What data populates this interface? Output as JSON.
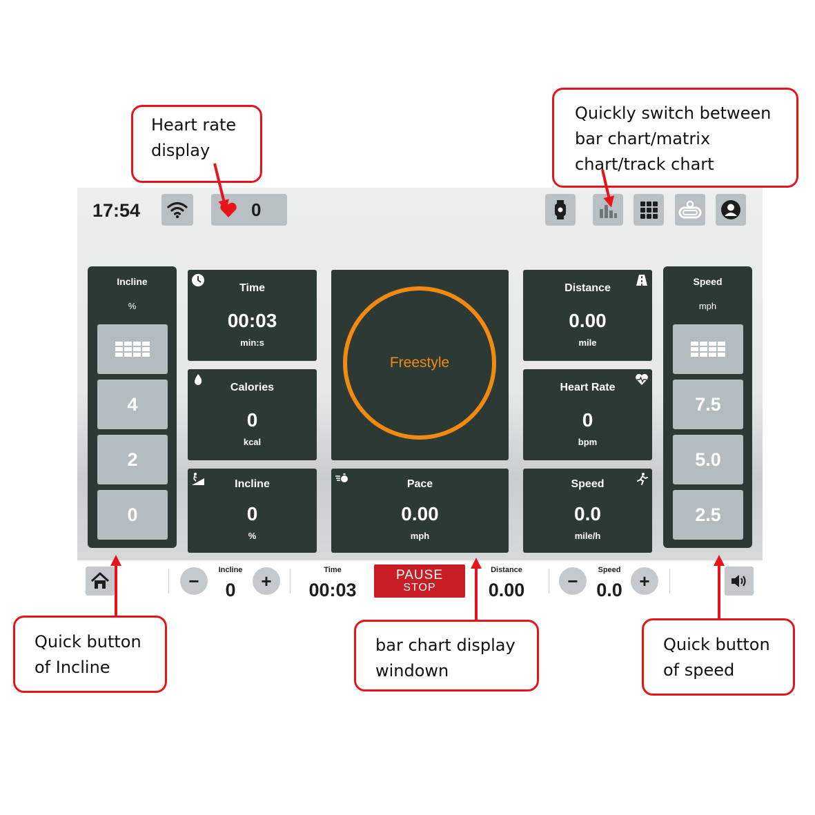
{
  "topbar": {
    "time": "17:54",
    "heart_rate": "0"
  },
  "incline_panel": {
    "title": "Incline",
    "unit": "%",
    "buttons": [
      "4",
      "2",
      "0"
    ]
  },
  "speed_panel": {
    "title": "Speed",
    "unit": "mph",
    "buttons": [
      "7.5",
      "5.0",
      "2.5"
    ]
  },
  "tiles": {
    "time": {
      "title": "Time",
      "value": "00:03",
      "unit": "min:s"
    },
    "calories": {
      "title": "Calories",
      "value": "0",
      "unit": "kcal"
    },
    "incline": {
      "title": "Incline",
      "value": "0",
      "unit": "%"
    },
    "pace": {
      "title": "Pace",
      "value": "0.00",
      "unit": "mph"
    },
    "distance": {
      "title": "Distance",
      "value": "0.00",
      "unit": "mile"
    },
    "heart_rate": {
      "title": "Heart Rate",
      "value": "0",
      "unit": "bpm"
    },
    "speed": {
      "title": "Speed",
      "value": "0.0",
      "unit": "mile/h"
    }
  },
  "center": {
    "mode": "Freestyle"
  },
  "bottombar": {
    "incline_label": "Incline",
    "incline_value": "0",
    "time_label": "Time",
    "time_value": "00:03",
    "pause_label": "PAUSE",
    "stop_label": "STOP",
    "distance_label": "Distance",
    "distance_value": "0.00",
    "speed_label": "Speed",
    "speed_value": "0.0",
    "minus": "−",
    "plus": "+"
  },
  "callouts": {
    "heart_rate_line1": "Heart rate",
    "heart_rate_line2": "display",
    "switch_line1": "Quickly switch between",
    "switch_line2": "bar chart/matrix",
    "switch_line3": "chart/track chart",
    "incline_line1": "Quick button",
    "incline_line2": "of Incline",
    "bar_line1": "bar chart display",
    "bar_line2": "windown",
    "speed_line1": "Quick button",
    "speed_line2": "of speed"
  },
  "colors": {
    "tile_bg": "#2d3934",
    "accent_orange": "#f08a12",
    "stop_red": "#c81d24",
    "callout_red": "#e8141b",
    "heart_red": "#e8141b"
  },
  "icons": {
    "wifi": "wifi-icon",
    "heart": "heart-icon",
    "watch": "watch-icon",
    "bar_chart": "bar-chart-icon",
    "matrix": "matrix-icon",
    "track": "track-icon",
    "user": "user-icon",
    "home": "home-icon",
    "volume": "volume-icon"
  }
}
